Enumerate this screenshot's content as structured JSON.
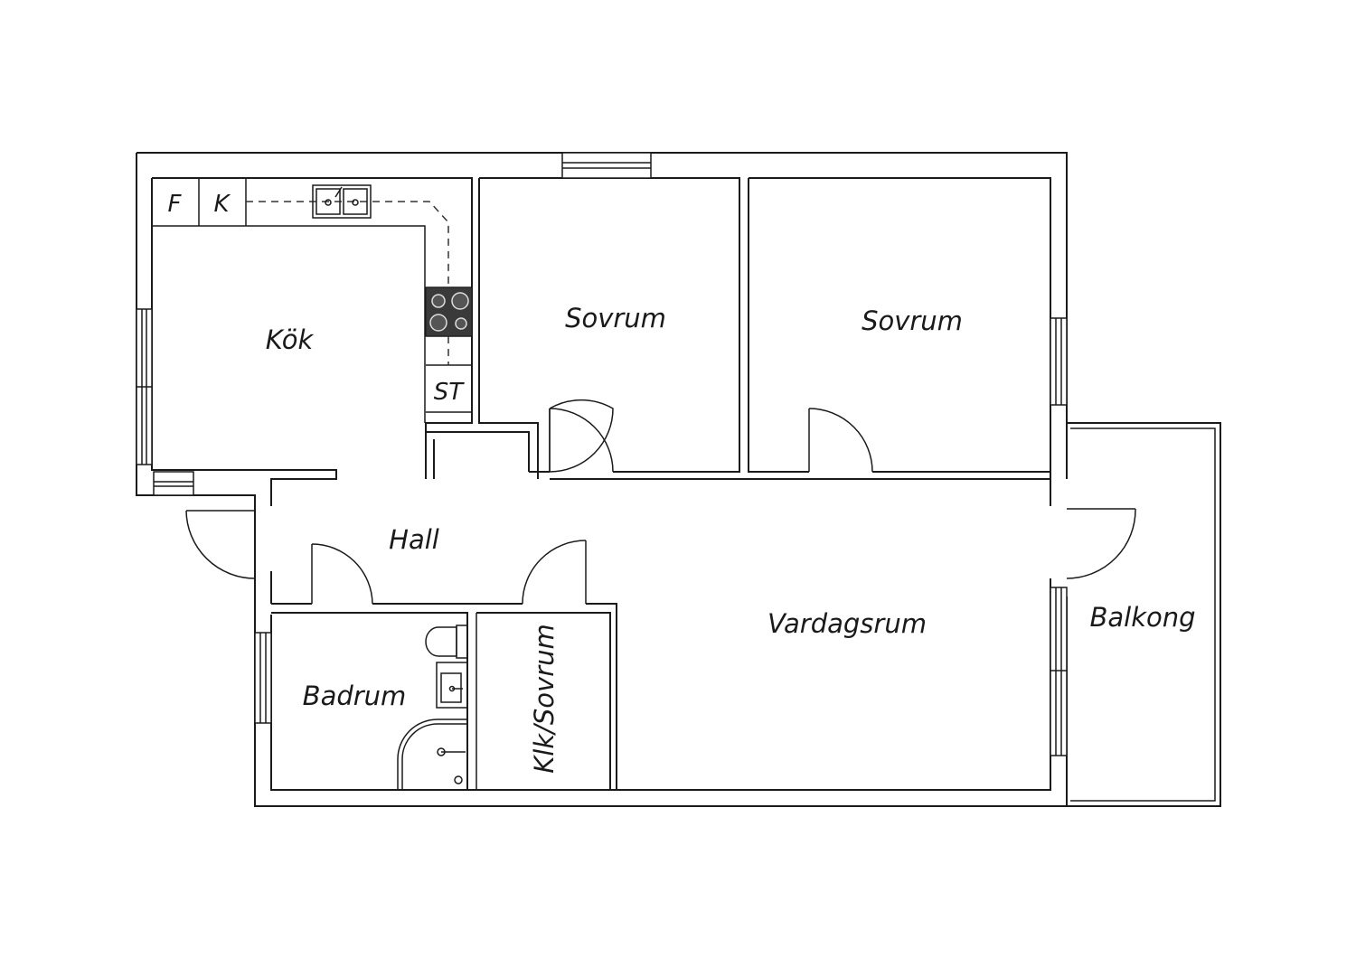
{
  "rooms": {
    "kok": "Kök",
    "sovrum_1": "Sovrum",
    "sovrum_2": "Sovrum",
    "hall": "Hall",
    "vardagsrum": "Vardagsrum",
    "balkong": "Balkong",
    "badrum": "Badrum",
    "klk_sovrum": "Klk/Sovrum"
  },
  "appliances": {
    "fridge": "F",
    "freezer": "K",
    "storage": "ST"
  },
  "icons": [
    "sink-icon",
    "stove-icon",
    "toilet-icon",
    "washbasin-icon",
    "shower-icon"
  ],
  "colors": {
    "line": "#1a1a1a",
    "background": "#ffffff",
    "stove": "#3a3a3a"
  }
}
